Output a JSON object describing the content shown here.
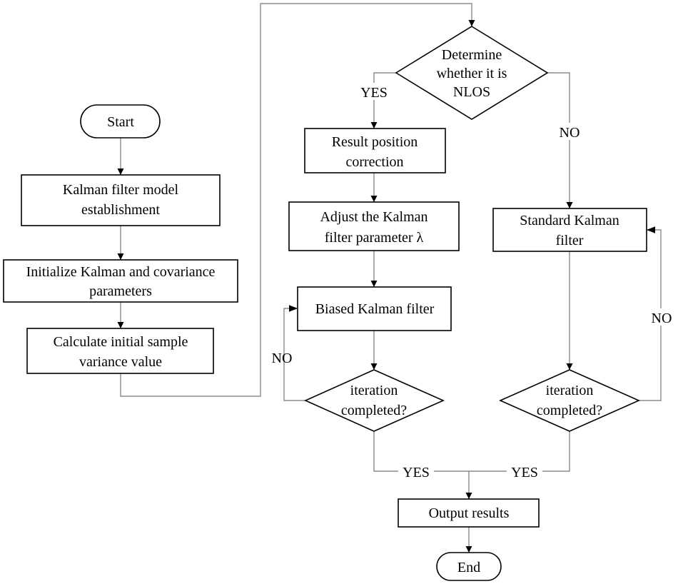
{
  "nodes": {
    "start": "Start",
    "model": [
      "Kalman filter model",
      "establishment"
    ],
    "init": [
      "Initialize Kalman and covariance",
      "parameters"
    ],
    "calc": [
      "Calculate initial sample",
      "variance value"
    ],
    "nlos": [
      "Determine",
      "whether it is",
      "NLOS"
    ],
    "correction": [
      "Result position",
      "correction"
    ],
    "adjust": [
      "Adjust the Kalman",
      "filter parameter λ"
    ],
    "biased": "Biased Kalman filter",
    "iter_left": [
      "iteration",
      "completed?"
    ],
    "standard": [
      "Standard Kalman",
      "filter"
    ],
    "iter_right": [
      "iteration",
      "completed?"
    ],
    "output": "Output results",
    "end": "End"
  },
  "labels": {
    "yes_nlos": "YES",
    "no_nlos": "NO",
    "no_left": "NO",
    "no_right": "NO",
    "yes_left": "YES",
    "yes_right": "YES"
  }
}
